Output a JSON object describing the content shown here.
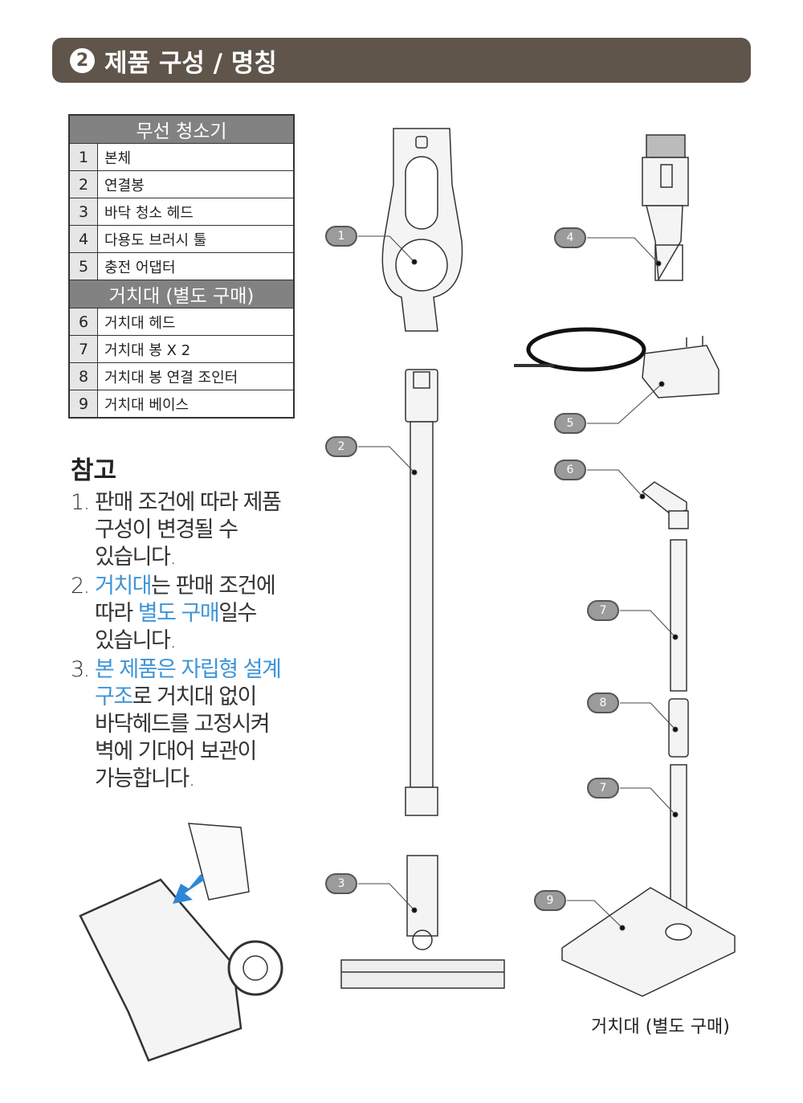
{
  "header": {
    "number": "2",
    "title": "제품 구성 / 명칭"
  },
  "table": {
    "section1": "무선 청소기",
    "rows1": [
      {
        "n": "1",
        "label": "본체"
      },
      {
        "n": "2",
        "label": "연결봉"
      },
      {
        "n": "3",
        "label": "바닥 청소 헤드"
      },
      {
        "n": "4",
        "label": "다용도 브러시 툴"
      },
      {
        "n": "5",
        "label": "충전 어댑터"
      }
    ],
    "section2": "거치대 (별도 구매)",
    "rows2": [
      {
        "n": "6",
        "label": "거치대 헤드"
      },
      {
        "n": "7",
        "label": "거치대 봉 X 2"
      },
      {
        "n": "8",
        "label": "거치대 봉 연결 조인터"
      },
      {
        "n": "9",
        "label": "거치대 베이스"
      }
    ]
  },
  "notes": {
    "title": "참고",
    "items": [
      {
        "n": "1.",
        "lines": [
          [
            {
              "t": "판매 조건에 따라 제품"
            }
          ],
          [
            {
              "t": "구성이 변경될 수"
            }
          ],
          [
            {
              "t": "있습니다."
            }
          ]
        ]
      },
      {
        "n": "2.",
        "lines": [
          [
            {
              "t": "거치대",
              "hl": true
            },
            {
              "t": "는 판매 조건에"
            }
          ],
          [
            {
              "t": "따라 "
            },
            {
              "t": "별도 구매",
              "hl": true
            },
            {
              "t": "일수"
            }
          ],
          [
            {
              "t": "있습니다."
            }
          ]
        ]
      },
      {
        "n": "3.",
        "lines": [
          [
            {
              "t": "본 제품은 자립형 설계",
              "hl": true
            }
          ],
          [
            {
              "t": "구조",
              "hl": true
            },
            {
              "t": "로 거치대 없이"
            }
          ],
          [
            {
              "t": "바닥헤드를 고정시켜"
            }
          ],
          [
            {
              "t": "벽에 기대어 보관이"
            }
          ],
          [
            {
              "t": "가능합니다."
            }
          ]
        ]
      }
    ]
  },
  "callouts": [
    "1",
    "2",
    "3",
    "4",
    "5",
    "6",
    "7",
    "8",
    "7",
    "9"
  ],
  "caption": "거치대 (별도 구매)",
  "colors": {
    "header": "#5f554a",
    "highlight": "#3e95d8",
    "section": "#828282"
  }
}
